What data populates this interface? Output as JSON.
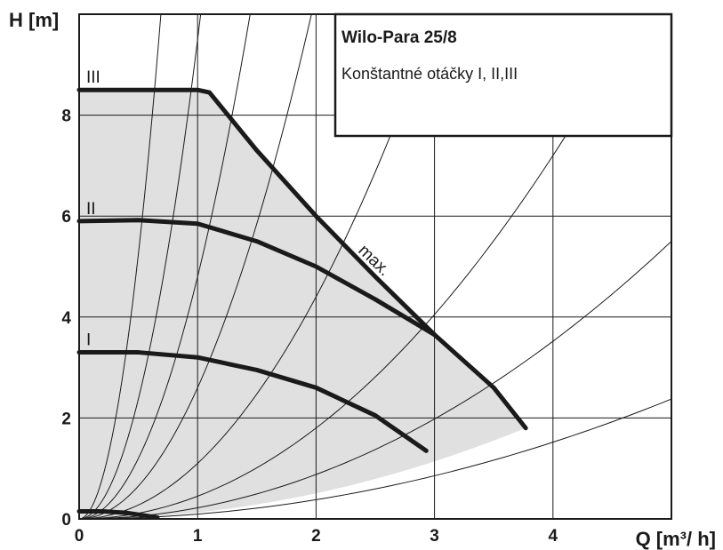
{
  "chart_data": {
    "type": "line",
    "xlabel": "Q [m³/ h]",
    "ylabel": "H [m]",
    "xlim": [
      0,
      5
    ],
    "ylim": [
      0,
      10
    ],
    "x_ticks": [
      0,
      1,
      2,
      3,
      4
    ],
    "y_ticks": [
      0,
      2,
      4,
      6,
      8
    ],
    "grid": true,
    "legend": {
      "position": "top-right",
      "title": "Wilo-Para  25/8",
      "subtitle": "Konštantné otáčky I, II,III"
    },
    "colors": {
      "curve": "#1a1a1a",
      "area": "#e0e0e0",
      "grid": "#1a1a1a",
      "system": "#1a1a1a"
    },
    "series": [
      {
        "name": "III",
        "x": [
          0,
          0.5,
          1.0,
          1.1,
          1.5,
          2.0,
          2.5,
          3.0,
          3.5,
          3.77
        ],
        "y": [
          8.5,
          8.5,
          8.5,
          8.45,
          7.3,
          6.0,
          4.8,
          3.65,
          2.6,
          1.8
        ]
      },
      {
        "name": "II",
        "x": [
          0,
          0.5,
          1.0,
          1.5,
          2.0,
          2.5,
          3.0
        ],
        "y": [
          5.9,
          5.92,
          5.85,
          5.5,
          5.0,
          4.35,
          3.65
        ]
      },
      {
        "name": "I",
        "x": [
          0,
          0.5,
          1.0,
          1.5,
          2.0,
          2.5,
          2.93
        ],
        "y": [
          3.3,
          3.3,
          3.2,
          2.95,
          2.6,
          2.05,
          1.35
        ]
      },
      {
        "name": "",
        "x": [
          0,
          0.2,
          0.4,
          0.66
        ],
        "y": [
          0.15,
          0.15,
          0.12,
          0.03
        ]
      }
    ],
    "annotations": [
      {
        "text": "max.",
        "x": 2.35,
        "y": 5.3
      }
    ],
    "system_curves_k": [
      21,
      9.5,
      4.8,
      2.6,
      1.1,
      0.45,
      0.22,
      0.095
    ]
  }
}
